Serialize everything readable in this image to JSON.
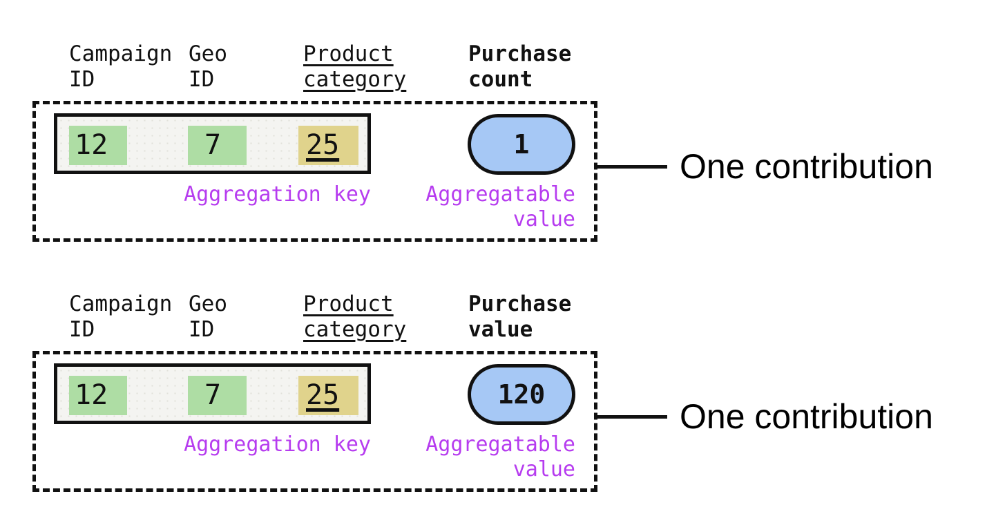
{
  "colors": {
    "ink": "#111111",
    "row-bg": "#f4f4f1",
    "key-green": "#aedda4",
    "key-yellow": "#e0d38c",
    "value-blue": "#a6c8f5",
    "label-purple": "#b63cef"
  },
  "blocks": [
    {
      "headers": [
        {
          "line1": "Campaign",
          "line2": "ID"
        },
        {
          "line1": "Geo",
          "line2": "ID"
        },
        {
          "line1": "Product",
          "line2": "category"
        },
        {
          "line1": "Purchase",
          "line2": "count"
        }
      ],
      "key_cells": [
        {
          "value": "12",
          "color": "green"
        },
        {
          "value": "7",
          "color": "green"
        },
        {
          "value": "25",
          "color": "yellow"
        }
      ],
      "aggregatable_value": "1",
      "labels": {
        "aggregation_key": "Aggregation key",
        "aggregatable_line1": "Aggregatable",
        "aggregatable_line2": "value"
      },
      "callout": "One contribution"
    },
    {
      "headers": [
        {
          "line1": "Campaign",
          "line2": "ID"
        },
        {
          "line1": "Geo",
          "line2": "ID"
        },
        {
          "line1": "Product",
          "line2": "category"
        },
        {
          "line1": "Purchase",
          "line2": "value"
        }
      ],
      "key_cells": [
        {
          "value": "12",
          "color": "green"
        },
        {
          "value": "7",
          "color": "green"
        },
        {
          "value": "25",
          "color": "yellow"
        }
      ],
      "aggregatable_value": "120",
      "labels": {
        "aggregation_key": "Aggregation key",
        "aggregatable_line1": "Aggregatable",
        "aggregatable_line2": "value"
      },
      "callout": "One contribution"
    }
  ]
}
